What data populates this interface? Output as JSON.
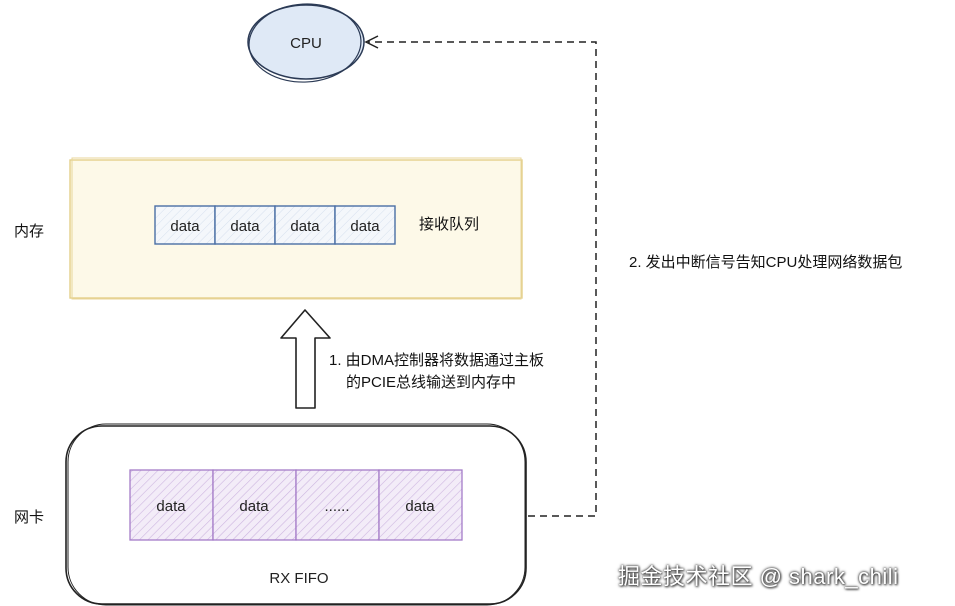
{
  "cpu": {
    "label": "CPU"
  },
  "memory": {
    "label": "内存",
    "queue_label": "接收队列",
    "cells": [
      "data",
      "data",
      "data",
      "data"
    ],
    "fill_color": "#fdf9e8",
    "border_color": "#e4cf8a"
  },
  "nic": {
    "label": "网卡",
    "fifo_label": "RX FIFO",
    "cells": [
      "data",
      "data",
      "......",
      "data"
    ],
    "cell_color": "#a57cc8"
  },
  "steps": {
    "step1_line1": "1. 由DMA控制器将数据通过主板",
    "step1_line2": "的PCIE总线输送到内存中",
    "step2": "2. 发出中断信号告知CPU处理网络数据包"
  },
  "colors": {
    "queue_cell_border": "#4a6fa5"
  },
  "watermark": "掘金技术社区 @ shark_chili"
}
